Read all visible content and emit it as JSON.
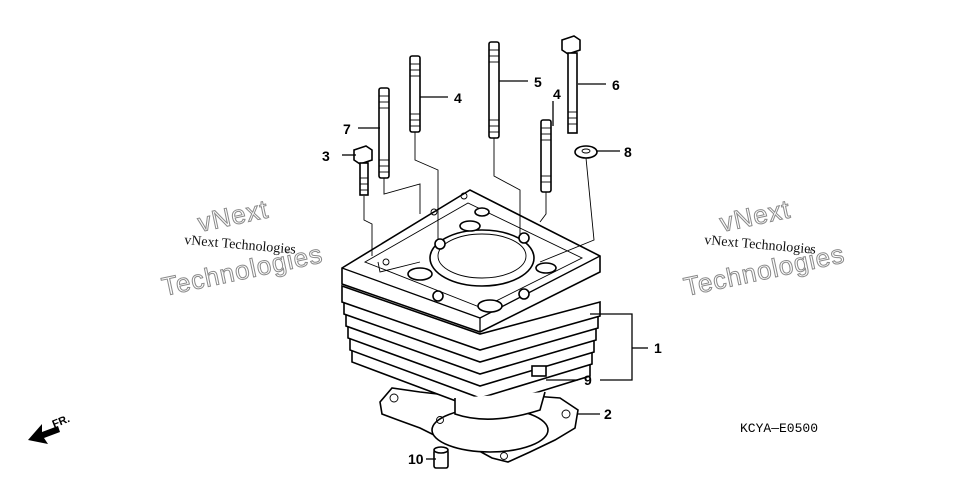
{
  "diagram": {
    "callouts": [
      {
        "id": "1",
        "label": "1"
      },
      {
        "id": "2",
        "label": "2"
      },
      {
        "id": "3",
        "label": "3"
      },
      {
        "id": "4a",
        "label": "4"
      },
      {
        "id": "4b",
        "label": "4"
      },
      {
        "id": "5",
        "label": "5"
      },
      {
        "id": "6",
        "label": "6"
      },
      {
        "id": "7",
        "label": "7"
      },
      {
        "id": "8",
        "label": "8"
      },
      {
        "id": "9",
        "label": "9"
      },
      {
        "id": "10",
        "label": "10"
      }
    ],
    "diagram_code": "KCYA—E0500",
    "direction_label": "FR.",
    "watermark": {
      "small": "vNext Technologies",
      "big_line1": "vNext",
      "big_line2": "Technologies"
    }
  }
}
